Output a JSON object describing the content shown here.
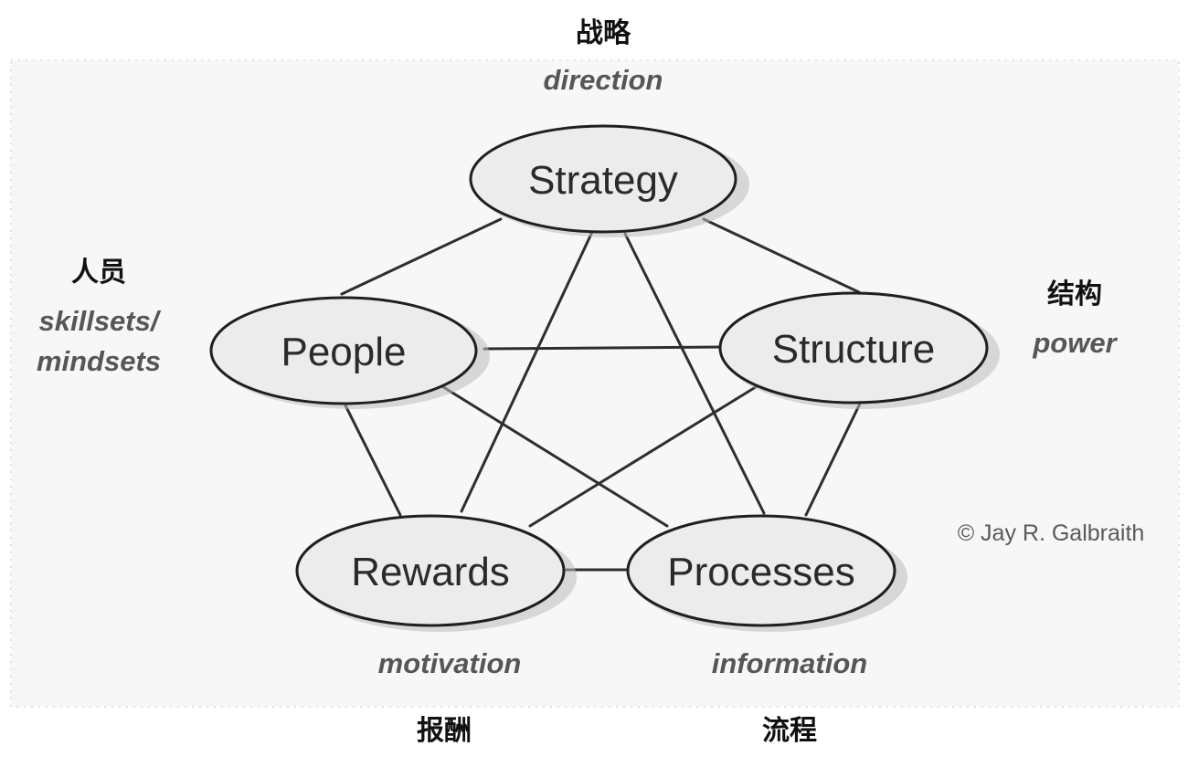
{
  "diagram": {
    "nodes": [
      {
        "id": "strategy",
        "label": "Strategy"
      },
      {
        "id": "people",
        "label": "People"
      },
      {
        "id": "structure",
        "label": "Structure"
      },
      {
        "id": "rewards",
        "label": "Rewards"
      },
      {
        "id": "processes",
        "label": "Processes"
      }
    ],
    "edges": [
      [
        "strategy",
        "people"
      ],
      [
        "strategy",
        "structure"
      ],
      [
        "strategy",
        "rewards"
      ],
      [
        "strategy",
        "processes"
      ],
      [
        "people",
        "structure"
      ],
      [
        "people",
        "rewards"
      ],
      [
        "people",
        "processes"
      ],
      [
        "structure",
        "rewards"
      ],
      [
        "structure",
        "processes"
      ],
      [
        "rewards",
        "processes"
      ]
    ],
    "annotations": {
      "strategy": {
        "cn": "战略",
        "en": "direction"
      },
      "people": {
        "cn": "人员",
        "en_line1": "skillsets/",
        "en_line2": "mindsets"
      },
      "structure": {
        "cn": "结构",
        "en": "power"
      },
      "rewards": {
        "cn": "报酬",
        "en": "motivation"
      },
      "processes": {
        "cn": "流程",
        "en": "information"
      }
    },
    "copyright": "© Jay R. Galbraith"
  }
}
